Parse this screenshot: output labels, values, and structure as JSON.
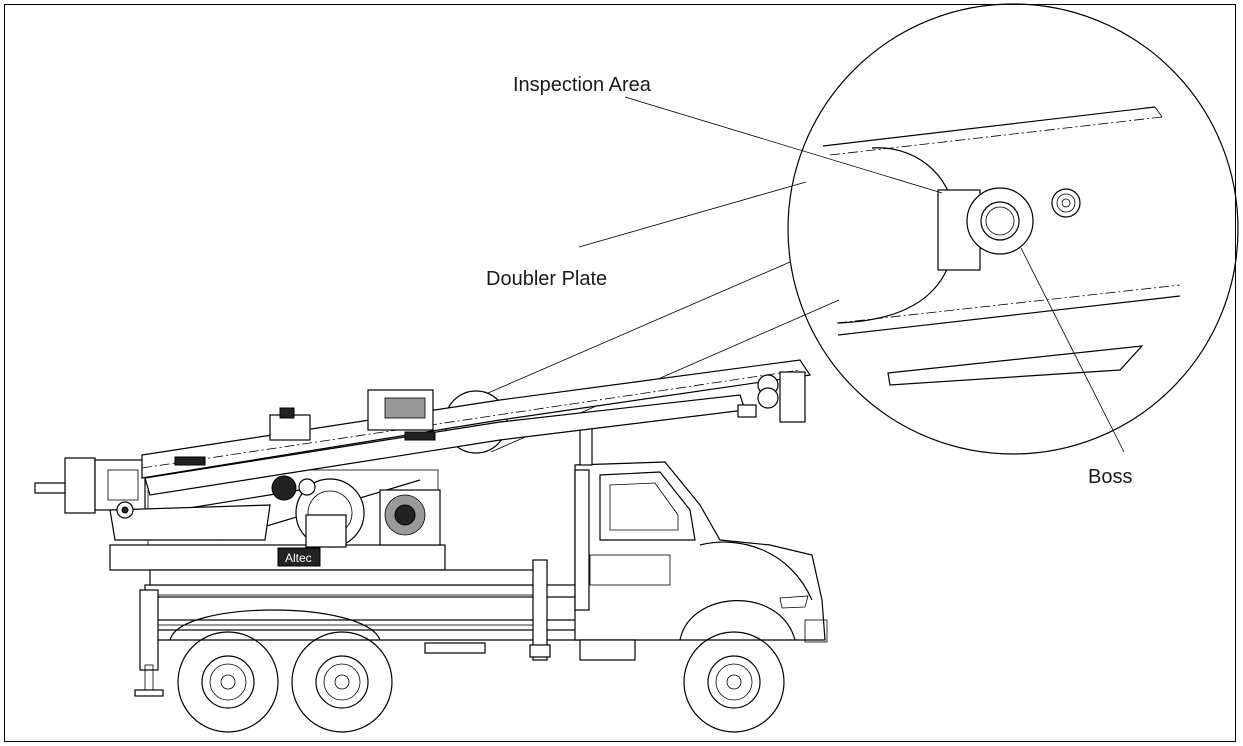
{
  "labels": {
    "inspection_area": "Inspection Area",
    "doubler_plate": "Doubler Plate",
    "boss": "Boss",
    "logo_text": "Altec"
  },
  "colors": {
    "line": "#000000",
    "background": "#ffffff",
    "text": "#1a1a1a"
  }
}
